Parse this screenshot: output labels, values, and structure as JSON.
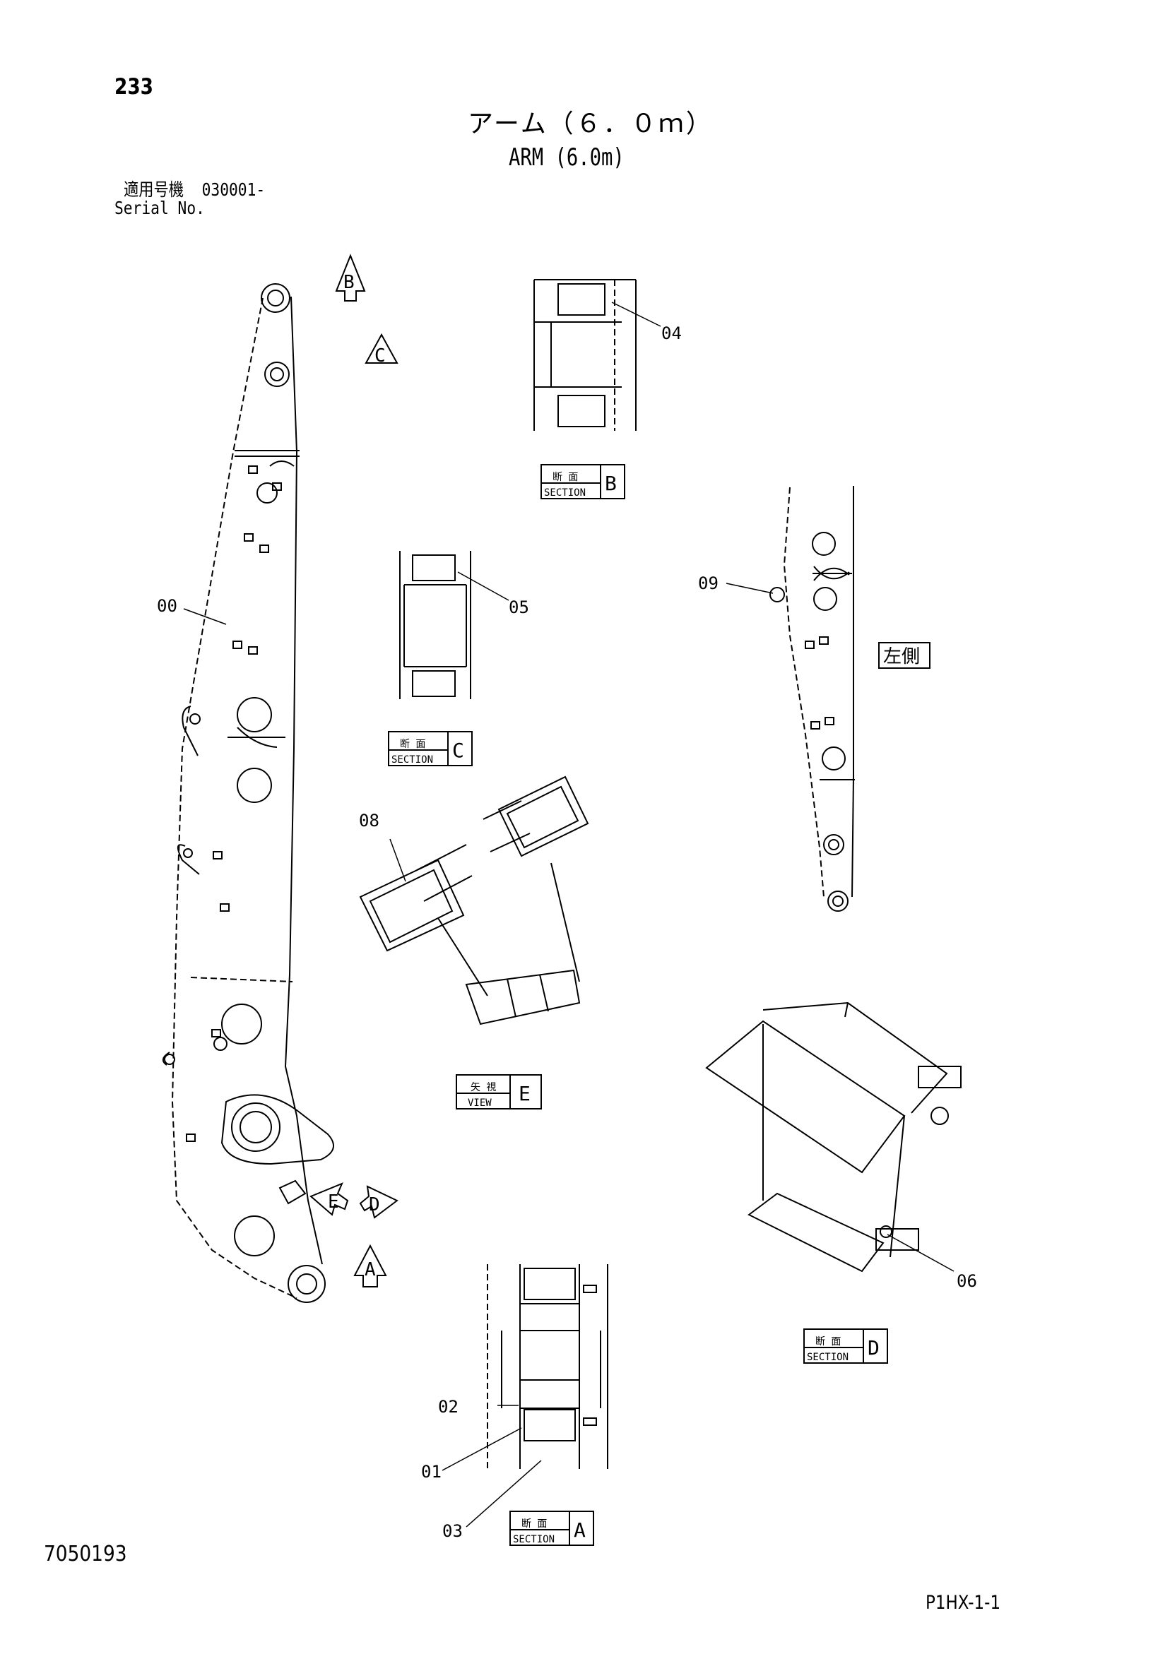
{
  "page_number": "233",
  "title_jp": "アーム（６．０ｍ）",
  "title_en": "ARM (6.0m)",
  "serial_label_jp": "適用号機",
  "serial_value": "030001-",
  "serial_label_en": "Serial No.",
  "document_number": "7050193",
  "page_code": "P1HX-1-1",
  "side_label": "左側",
  "view_markers": {
    "a": "A",
    "b": "B",
    "c": "C",
    "d": "D",
    "e": "E"
  },
  "section_boxes": {
    "section_jp": "断 面",
    "section_en": "SECTION",
    "view_jp": "矢 視",
    "view_en": "VIEW",
    "a": "A",
    "b": "B",
    "c": "C",
    "d": "D",
    "e": "E"
  },
  "callouts": {
    "c00": "00",
    "c01": "01",
    "c02": "02",
    "c03": "03",
    "c04": "04",
    "c05": "05",
    "c06": "06",
    "c08": "08",
    "c09": "09"
  }
}
